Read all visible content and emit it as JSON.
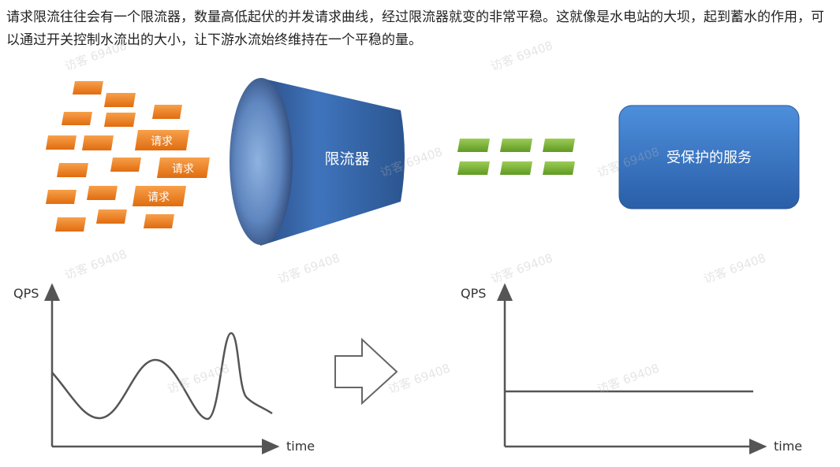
{
  "paragraph": "请求限流往往会有一个限流器，数量高低起伏的并发请求曲线，经过限流器就变的非常平稳。这就像是水电站的大坝，起到蓄水的作用，可以通过开关控制水流出的大小，让下游水流始终维持在一个平稳的量。",
  "diagram": {
    "request_label": "请求",
    "limiter_label": "限流器",
    "service_label": "受保护的服务",
    "colors": {
      "request": "#f0801e",
      "limiter": "#3c6fb4",
      "output": "#7ab234",
      "service": "#3a78c9"
    }
  },
  "charts": {
    "before": {
      "ylabel": "QPS",
      "xlabel": "time"
    },
    "after": {
      "ylabel": "QPS",
      "xlabel": "time"
    }
  },
  "watermark": "访客 69408"
}
